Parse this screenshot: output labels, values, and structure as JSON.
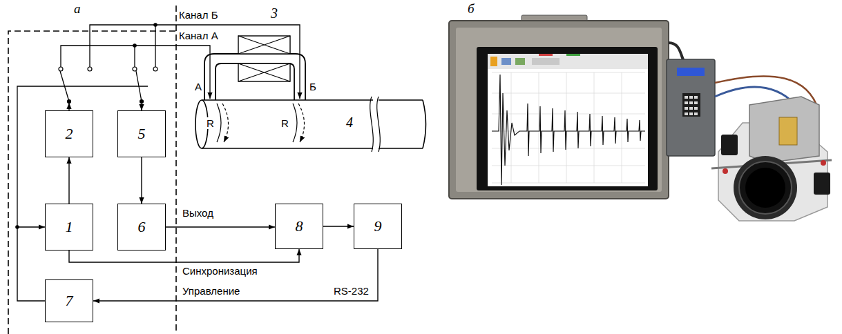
{
  "diagram": {
    "nodes": [
      {
        "text": [
          "2"
        ]
      },
      {
        "text": [
          "5"
        ]
      },
      {
        "text": [
          "1"
        ]
      },
      {
        "text": [
          "6"
        ]
      },
      {
        "text": [
          "8"
        ]
      },
      {
        "text": [
          "9"
        ]
      },
      {
        "text": [
          "7"
        ]
      }
    ],
    "edges": [
      {
        "from": 2,
        "to": 0,
        "arrow": "to"
      },
      {
        "from": 1,
        "to": 3,
        "arrow": "to"
      },
      {
        "from": 3,
        "to": 4,
        "label": "Выход",
        "arrow": "to"
      },
      {
        "from": 2,
        "to": 4,
        "label": "Синхронизация",
        "arrow": "to"
      },
      {
        "from": 4,
        "to": 5,
        "arrow": "to"
      },
      {
        "from": 5,
        "to": 6,
        "label": "Управление",
        "arrow": "to"
      },
      {
        "from": 6,
        "to": 2,
        "arrow": "to"
      }
    ],
    "labels": [
      "а",
      "Канал Б",
      "Канал А",
      "3",
      "А",
      "Б",
      "R",
      "R",
      "4",
      "RS-232",
      "б"
    ]
  }
}
